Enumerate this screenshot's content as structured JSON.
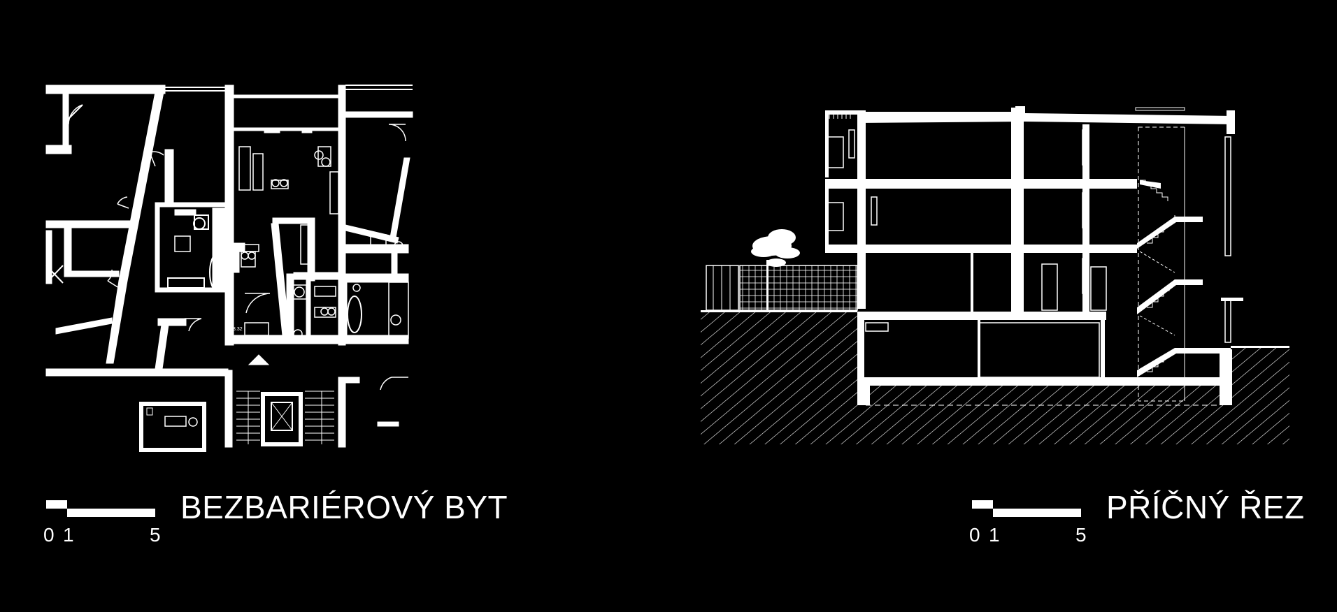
{
  "colors": {
    "background": "#000000",
    "linework": "#ffffff"
  },
  "plan": {
    "title": "BEZBARIÉROVÝ BYT",
    "scale_labels": [
      "0",
      "1",
      "5"
    ],
    "room_label": "3.32"
  },
  "section": {
    "title": "PŘÍČNÝ ŘEZ",
    "scale_labels": [
      "0",
      "1",
      "5"
    ]
  }
}
